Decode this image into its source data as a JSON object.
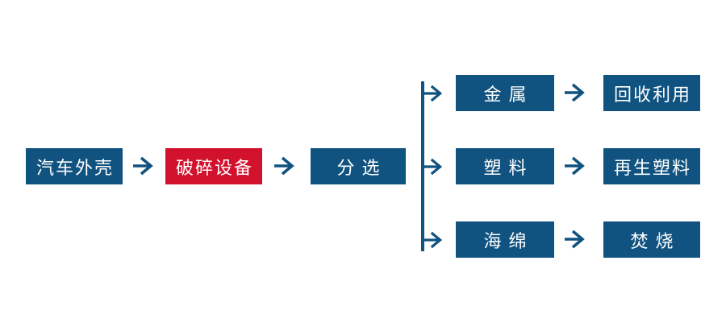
{
  "flow": {
    "colors": {
      "primary_blue": "#115380",
      "highlight_red": "#d2122d",
      "text": "#ffffff"
    },
    "nodes": [
      {
        "id": "car-shell",
        "label": "汽车外壳",
        "variant": "blue"
      },
      {
        "id": "crushing-equipment",
        "label": "破碎设备",
        "variant": "red"
      },
      {
        "id": "sorting",
        "label": "分选",
        "variant": "blue"
      }
    ],
    "branches": [
      {
        "material": "金属",
        "result": "回收利用"
      },
      {
        "material": "塑料",
        "result": "再生塑料"
      },
      {
        "material": "海绵",
        "result": "焚烧"
      }
    ]
  }
}
